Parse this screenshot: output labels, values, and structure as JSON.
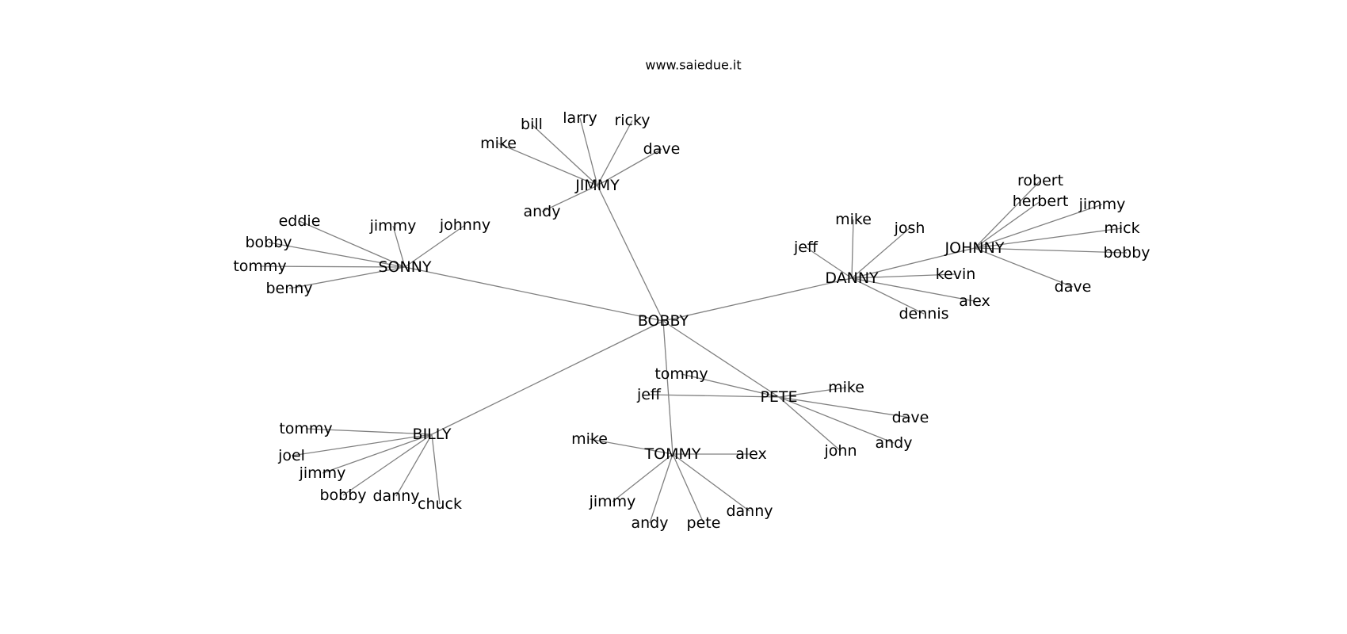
{
  "title": "www.saiedue.it",
  "colors": {
    "edge": "#808080",
    "text": "#000000",
    "background": "#ffffff"
  },
  "nodes": [
    {
      "id": "BOBBY",
      "label": "BOBBY"
    },
    {
      "id": "JIMMY",
      "label": "JIMMY"
    },
    {
      "id": "SONNY",
      "label": "SONNY"
    },
    {
      "id": "DANNY",
      "label": "DANNY"
    },
    {
      "id": "JOHNNY",
      "label": "JOHNNY"
    },
    {
      "id": "PETE",
      "label": "PETE"
    },
    {
      "id": "TOMMY",
      "label": "TOMMY"
    },
    {
      "id": "BILLY",
      "label": "BILLY"
    },
    {
      "id": "jimmy_mike",
      "label": "mike"
    },
    {
      "id": "jimmy_bill",
      "label": "bill"
    },
    {
      "id": "jimmy_larry",
      "label": "larry"
    },
    {
      "id": "jimmy_ricky",
      "label": "ricky"
    },
    {
      "id": "jimmy_dave",
      "label": "dave"
    },
    {
      "id": "jimmy_andy",
      "label": "andy"
    },
    {
      "id": "sonny_eddie",
      "label": "eddie"
    },
    {
      "id": "sonny_jimmy",
      "label": "jimmy"
    },
    {
      "id": "sonny_johnny",
      "label": "johnny"
    },
    {
      "id": "sonny_bobby",
      "label": "bobby"
    },
    {
      "id": "sonny_tommy",
      "label": "tommy"
    },
    {
      "id": "sonny_benny",
      "label": "benny"
    },
    {
      "id": "danny_mike",
      "label": "mike"
    },
    {
      "id": "danny_josh",
      "label": "josh"
    },
    {
      "id": "danny_jeff",
      "label": "jeff"
    },
    {
      "id": "danny_kevin",
      "label": "kevin"
    },
    {
      "id": "danny_alex",
      "label": "alex"
    },
    {
      "id": "danny_dennis",
      "label": "dennis"
    },
    {
      "id": "johnny_robert",
      "label": "robert"
    },
    {
      "id": "johnny_herbert",
      "label": "herbert"
    },
    {
      "id": "johnny_jimmy",
      "label": "jimmy"
    },
    {
      "id": "johnny_mick",
      "label": "mick"
    },
    {
      "id": "johnny_bobby",
      "label": "bobby"
    },
    {
      "id": "johnny_dave",
      "label": "dave"
    },
    {
      "id": "pete_tommy",
      "label": "tommy"
    },
    {
      "id": "pete_jeff",
      "label": "jeff"
    },
    {
      "id": "pete_mike",
      "label": "mike"
    },
    {
      "id": "pete_dave",
      "label": "dave"
    },
    {
      "id": "pete_andy",
      "label": "andy"
    },
    {
      "id": "pete_john",
      "label": "john"
    },
    {
      "id": "tommy_mike",
      "label": "mike"
    },
    {
      "id": "tommy_alex",
      "label": "alex"
    },
    {
      "id": "tommy_jimmy",
      "label": "jimmy"
    },
    {
      "id": "tommy_andy",
      "label": "andy"
    },
    {
      "id": "tommy_pete",
      "label": "pete"
    },
    {
      "id": "tommy_danny",
      "label": "danny"
    },
    {
      "id": "billy_tommy",
      "label": "tommy"
    },
    {
      "id": "billy_joel",
      "label": "joel"
    },
    {
      "id": "billy_jimmy",
      "label": "jimmy"
    },
    {
      "id": "billy_bobby",
      "label": "bobby"
    },
    {
      "id": "billy_danny",
      "label": "danny"
    },
    {
      "id": "billy_chuck",
      "label": "chuck"
    }
  ],
  "edges": [
    [
      "BOBBY",
      "JIMMY"
    ],
    [
      "BOBBY",
      "SONNY"
    ],
    [
      "BOBBY",
      "DANNY"
    ],
    [
      "BOBBY",
      "PETE"
    ],
    [
      "BOBBY",
      "TOMMY"
    ],
    [
      "BOBBY",
      "BILLY"
    ],
    [
      "DANNY",
      "JOHNNY"
    ],
    [
      "JIMMY",
      "jimmy_mike"
    ],
    [
      "JIMMY",
      "jimmy_bill"
    ],
    [
      "JIMMY",
      "jimmy_larry"
    ],
    [
      "JIMMY",
      "jimmy_ricky"
    ],
    [
      "JIMMY",
      "jimmy_dave"
    ],
    [
      "JIMMY",
      "jimmy_andy"
    ],
    [
      "SONNY",
      "sonny_eddie"
    ],
    [
      "SONNY",
      "sonny_jimmy"
    ],
    [
      "SONNY",
      "sonny_johnny"
    ],
    [
      "SONNY",
      "sonny_bobby"
    ],
    [
      "SONNY",
      "sonny_tommy"
    ],
    [
      "SONNY",
      "sonny_benny"
    ],
    [
      "DANNY",
      "danny_mike"
    ],
    [
      "DANNY",
      "danny_josh"
    ],
    [
      "DANNY",
      "danny_jeff"
    ],
    [
      "DANNY",
      "danny_kevin"
    ],
    [
      "DANNY",
      "danny_alex"
    ],
    [
      "DANNY",
      "danny_dennis"
    ],
    [
      "JOHNNY",
      "johnny_robert"
    ],
    [
      "JOHNNY",
      "johnny_herbert"
    ],
    [
      "JOHNNY",
      "johnny_jimmy"
    ],
    [
      "JOHNNY",
      "johnny_mick"
    ],
    [
      "JOHNNY",
      "johnny_bobby"
    ],
    [
      "JOHNNY",
      "johnny_dave"
    ],
    [
      "PETE",
      "pete_tommy"
    ],
    [
      "PETE",
      "pete_jeff"
    ],
    [
      "PETE",
      "pete_mike"
    ],
    [
      "PETE",
      "pete_dave"
    ],
    [
      "PETE",
      "pete_andy"
    ],
    [
      "PETE",
      "pete_john"
    ],
    [
      "TOMMY",
      "tommy_mike"
    ],
    [
      "TOMMY",
      "tommy_alex"
    ],
    [
      "TOMMY",
      "tommy_jimmy"
    ],
    [
      "TOMMY",
      "tommy_andy"
    ],
    [
      "TOMMY",
      "tommy_pete"
    ],
    [
      "TOMMY",
      "tommy_danny"
    ],
    [
      "BILLY",
      "billy_tommy"
    ],
    [
      "BILLY",
      "billy_joel"
    ],
    [
      "BILLY",
      "billy_jimmy"
    ],
    [
      "BILLY",
      "billy_bobby"
    ],
    [
      "BILLY",
      "billy_danny"
    ],
    [
      "BILLY",
      "billy_chuck"
    ]
  ]
}
